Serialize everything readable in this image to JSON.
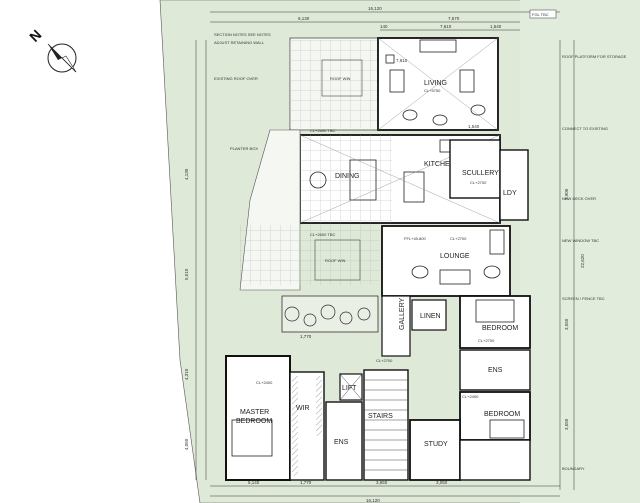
{
  "compass": {
    "label": "N"
  },
  "rooms": {
    "living": "LIVING",
    "living_cl": "CL+5750",
    "dining": "DINING",
    "kitchen": "KITCHEN",
    "scullery": "SCULLERY",
    "scullery_cl": "CL+2700",
    "ldy": "LDY",
    "lounge": "LOUNGE",
    "lounge_ffl": "FFL+45.800",
    "lounge_cl": "CL+2700",
    "gallery": "GALLERY",
    "linen": "LINEN",
    "bedroom1": "BEDROOM",
    "bedroom1_cl": "CL+2700",
    "ens1": "ENS",
    "bedroom2": "BEDROOM",
    "study": "STUDY",
    "master": "MASTER",
    "master2": "BEDROOM",
    "wir": "WIR",
    "ens_master": "ENS",
    "lift": "LIFT",
    "stairs": "STAIRS",
    "roof_win_1": "ROOF WIN",
    "roof_win_2": "ROOF WIN",
    "master_cl": "CL+2400",
    "bed2_cl": "CL+2400",
    "gallery_cl": "CL+2700",
    "cl_dining": "CL+2600 TBC",
    "cl_lounge_top": "CL+2600 TBC",
    "fgl": "FGL TBC",
    "cl_2700_a": "CL+2700"
  },
  "dimensions": {
    "top_overall": "16,120",
    "top_a": "6,130",
    "top_b": "7,570",
    "top_c": "140",
    "top_d": "7,610",
    "top_e": "1,540",
    "bottom_overall": "16,120",
    "bottom_a": "5,140",
    "bottom_b": "1,770",
    "bottom_c": "3,650",
    "bottom_d": "3,050",
    "right_overall": "22,620",
    "right_a": "3,900",
    "right_b": "3,550",
    "right_c": "3,550",
    "left_a": "4,130",
    "left_b": "5,510",
    "left_c": "4,310",
    "left_d": "4,050",
    "mid_a": "1,770",
    "mid_b": "1,540",
    "kit_a": "7,610",
    "kit_b": "1,540",
    "garden_dims": "1,770"
  },
  "notes": {
    "n1": "SECTION NOTES SEE NOTES",
    "n2": "ADJUST RETAINING WALL",
    "n3": "EXISTING ROOF OVER",
    "n4": "ROOF PLATFORM FOR STORAGE",
    "n5": "CONNECT TO EXISTING",
    "n6": "NEW WINDOW TBC",
    "n7": "SCREEN / FENCE TBC",
    "n8": "PLANTER BOX",
    "n9": "BOUNDARY",
    "n10": "NEW DECK OVER"
  },
  "colors": {
    "site": "#dce8d4",
    "line": "#1b1b1b",
    "paving": "#9a9a9a"
  }
}
